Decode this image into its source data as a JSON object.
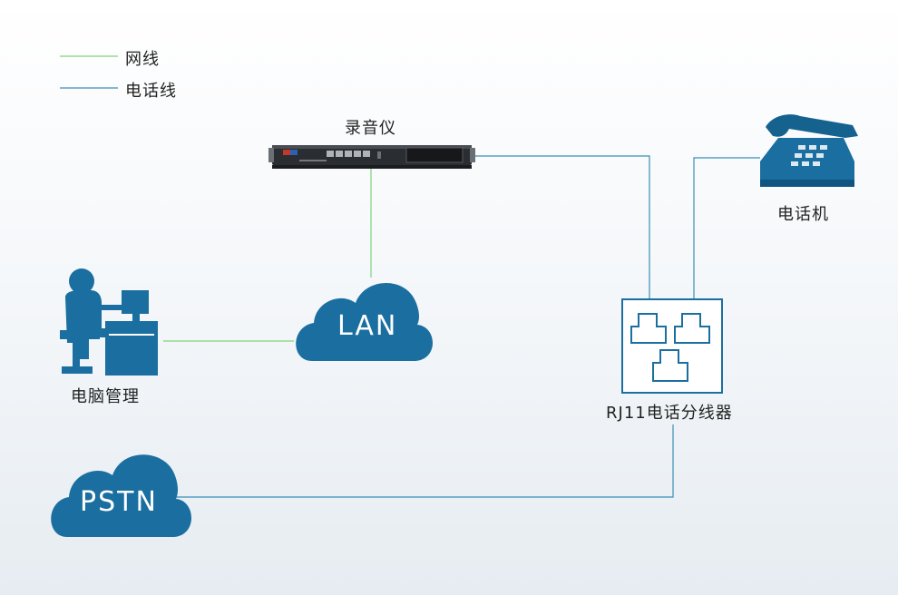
{
  "legend": {
    "network_line_label": "网线",
    "phone_line_label": "电话线"
  },
  "nodes": {
    "recorder": "录音仪",
    "telephone": "电话机",
    "pc_management": "电脑管理",
    "lan": "LAN",
    "pstn": "PSTN",
    "splitter": "RJ11电话分线器"
  },
  "colors": {
    "network_line": "#7fd37a",
    "phone_line": "#3a8fb6",
    "cloud": "#1b6fa0",
    "icon": "#1b6fa0"
  }
}
